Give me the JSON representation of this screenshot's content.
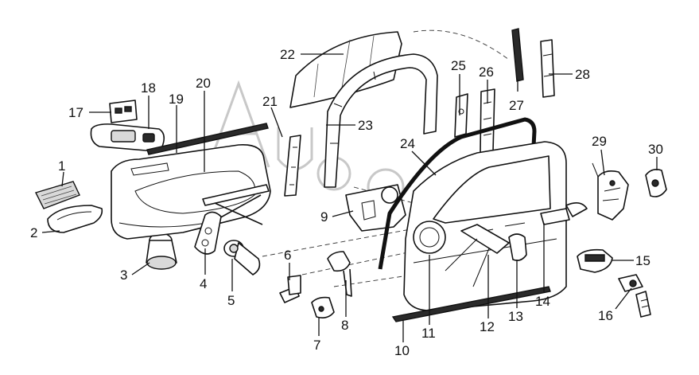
{
  "callouts": [
    {
      "id": "1",
      "label": "1"
    },
    {
      "id": "2",
      "label": "2"
    },
    {
      "id": "3",
      "label": "3"
    },
    {
      "id": "4",
      "label": "4"
    },
    {
      "id": "5",
      "label": "5"
    },
    {
      "id": "6",
      "label": "6"
    },
    {
      "id": "7",
      "label": "7"
    },
    {
      "id": "8",
      "label": "8"
    },
    {
      "id": "9",
      "label": "9"
    },
    {
      "id": "10",
      "label": "10"
    },
    {
      "id": "11",
      "label": "11"
    },
    {
      "id": "12",
      "label": "12"
    },
    {
      "id": "13",
      "label": "13"
    },
    {
      "id": "14",
      "label": "14"
    },
    {
      "id": "15",
      "label": "15"
    },
    {
      "id": "16",
      "label": "16"
    },
    {
      "id": "17",
      "label": "17"
    },
    {
      "id": "18",
      "label": "18"
    },
    {
      "id": "19",
      "label": "19"
    },
    {
      "id": "20",
      "label": "20"
    },
    {
      "id": "21",
      "label": "21"
    },
    {
      "id": "22",
      "label": "22"
    },
    {
      "id": "23",
      "label": "23"
    },
    {
      "id": "24",
      "label": "24"
    },
    {
      "id": "25",
      "label": "25"
    },
    {
      "id": "26",
      "label": "26"
    },
    {
      "id": "27",
      "label": "27"
    },
    {
      "id": "28",
      "label": "28"
    },
    {
      "id": "29",
      "label": "29"
    },
    {
      "id": "30",
      "label": "30"
    }
  ],
  "colors": {
    "line": "#111111",
    "background": "#ffffff",
    "watermark": "#c8c8c8"
  }
}
